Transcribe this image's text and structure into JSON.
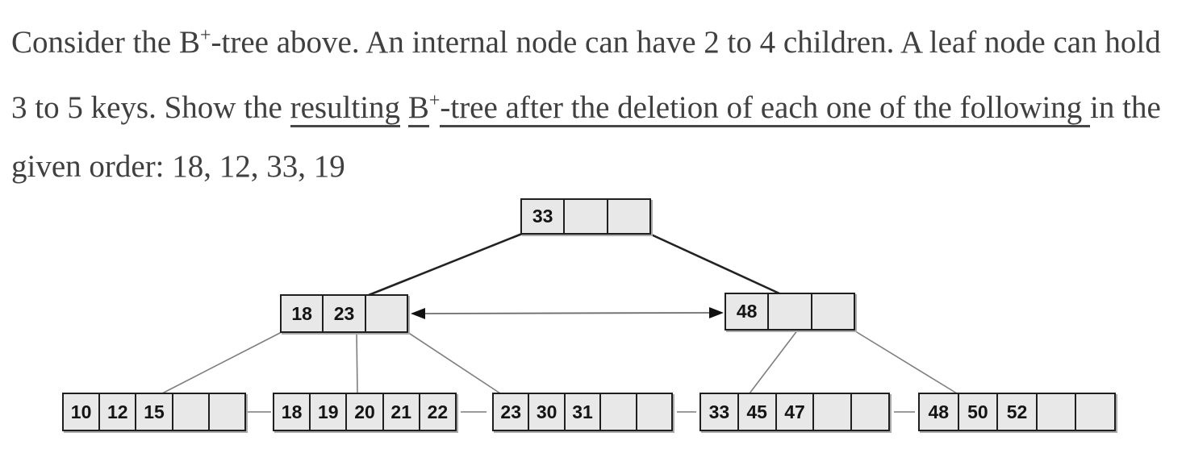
{
  "question": {
    "line1_pre": "Consider the B",
    "line1_sup": "+",
    "line1_post": "-tree above. An internal node can have 2 to 4 children. A leaf node can hold",
    "line2_pre": "3 to 5 keys. Show the ",
    "line2_underline1": "resulting",
    "line2_space": " ",
    "line2_underline2_b": "B",
    "line2_sup": "+",
    "line2_underline2_rest": "-tree after the deletion of each one of the following ",
    "line2_post": "in the",
    "line3": "given order: 18, 12, 33, 19"
  },
  "tree": {
    "root": {
      "cells": [
        "33",
        "",
        ""
      ]
    },
    "internals": [
      {
        "cells": [
          "18",
          "23",
          ""
        ]
      },
      {
        "cells": [
          "48",
          "",
          ""
        ]
      }
    ],
    "leaves": [
      {
        "cells": [
          "10",
          "12",
          "15",
          "",
          ""
        ]
      },
      {
        "cells": [
          "18",
          "19",
          "20",
          "21",
          "22"
        ]
      },
      {
        "cells": [
          "23",
          "30",
          "31",
          "",
          ""
        ]
      },
      {
        "cells": [
          "33",
          "45",
          "47",
          "",
          ""
        ]
      },
      {
        "cells": [
          "48",
          "50",
          "52",
          "",
          ""
        ]
      }
    ]
  },
  "colors": {
    "node_fill": "#e8e8e8",
    "node_border": "#1f1f1f",
    "question_text": "#404040",
    "edge_dark": "#222222",
    "edge_gray": "#7e7e7e",
    "leaf_link_gray": "#9b9b9b"
  }
}
